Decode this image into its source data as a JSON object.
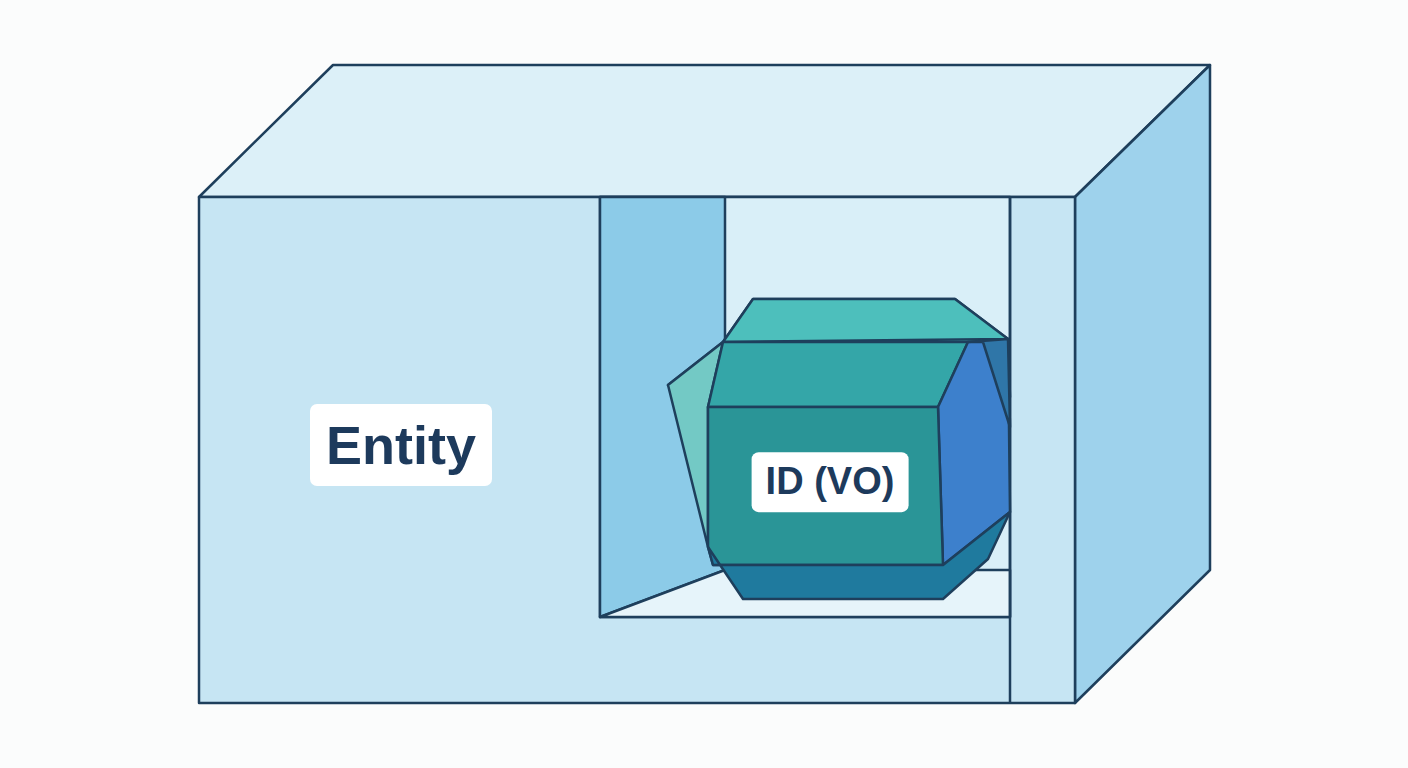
{
  "diagram": {
    "nodes": [
      {
        "text": [
          "Entity"
        ]
      },
      {
        "text": [
          "ID (VO)"
        ],
        "in": 0
      }
    ]
  }
}
